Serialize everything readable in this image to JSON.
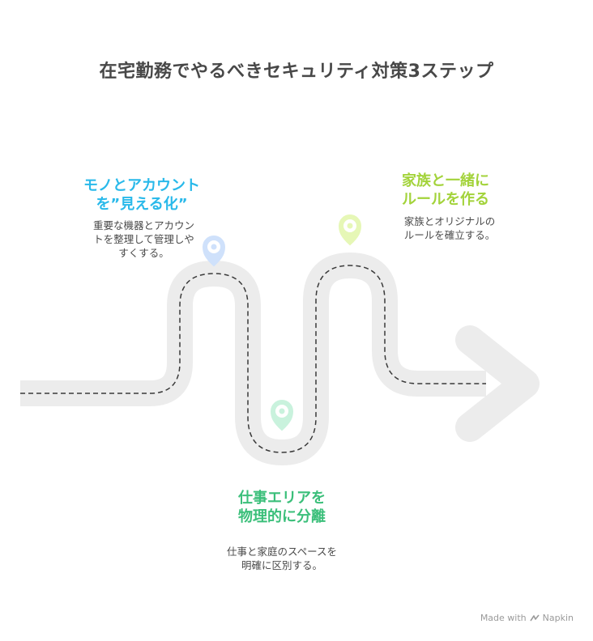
{
  "title": "在宅勤務でやるべきセキュリティ対策3ステップ",
  "steps": [
    {
      "title_line1": "モノとアカウント",
      "title_line2": "を”見える化”",
      "desc_line1": "重要な機器とアカウン",
      "desc_line2": "トを整理して管理しや",
      "desc_line3": "すくする。",
      "color": "#29b9ea",
      "pin_color": "#cfe1fb"
    },
    {
      "title_line1": "仕事エリアを",
      "title_line2": "物理的に分離",
      "desc_line1": "仕事と家庭のスペースを",
      "desc_line2": "明確に区別する。",
      "color": "#3bbf7a",
      "pin_color": "#c9f2dd"
    },
    {
      "title_line1": "家族と一緒に",
      "title_line2": "ルールを作る",
      "desc_line1": "家族とオリジナルの",
      "desc_line2": "ルールを確立する。",
      "color": "#a3d33b",
      "pin_color": "#e6f7b6"
    }
  ],
  "footer": {
    "made_with": "Made with",
    "brand": "Napkin"
  },
  "road_color": "#ececec",
  "dash_color": "#3a3a3a"
}
